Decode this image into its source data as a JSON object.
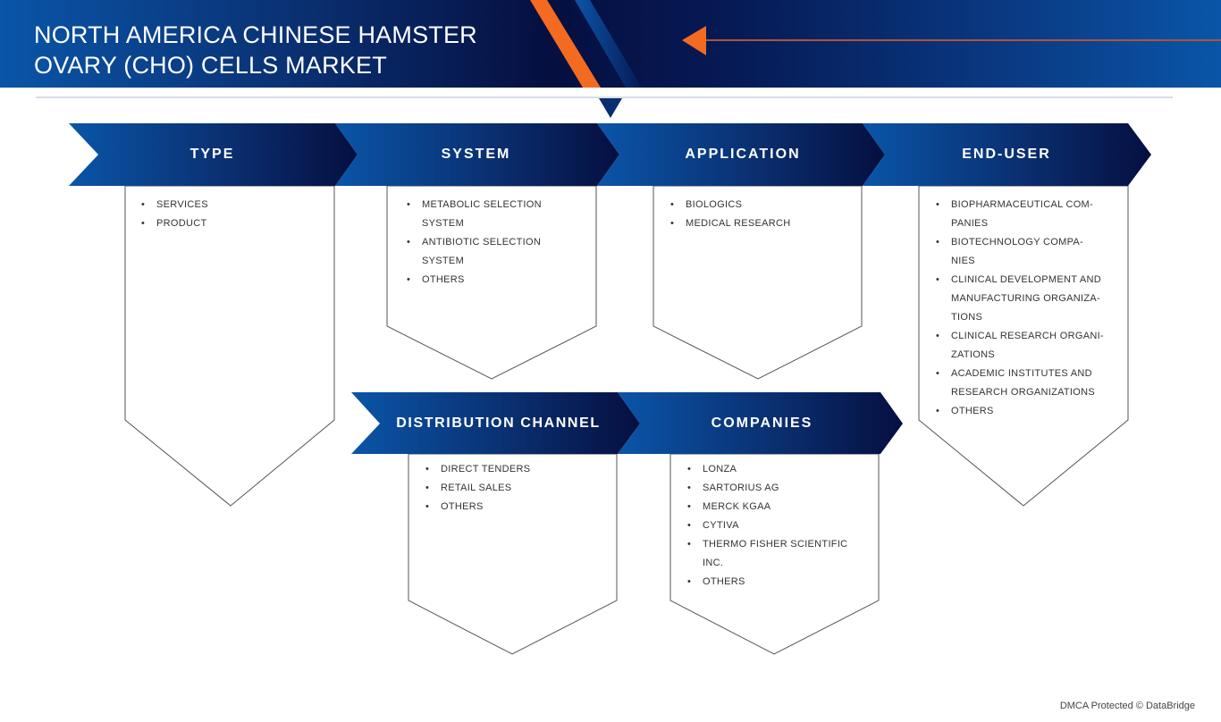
{
  "title_line1": "NORTH AMERICA CHINESE HAMSTER",
  "title_line2": "OVARY (CHO) CELLS MARKET",
  "colors": {
    "accent": "#f26b21",
    "navy": "#050f40",
    "blue": "#0a55a8"
  },
  "segments": {
    "type": {
      "label": "TYPE",
      "items": [
        "SERVICES",
        "PRODUCT"
      ]
    },
    "system": {
      "label": "SYSTEM",
      "items": [
        "METABOLIC SELECTION",
        "SYSTEM",
        "ANTIBIOTIC SELECTION",
        "SYSTEM",
        "OTHERS"
      ],
      "bullets": [
        true,
        false,
        true,
        false,
        true
      ]
    },
    "application": {
      "label": "APPLICATION",
      "items": [
        "BIOLOGICS",
        "MEDICAL RESEARCH"
      ]
    },
    "end_user": {
      "label": "END-USER",
      "items": [
        "BIOPHARMACEUTICAL COM-",
        "PANIES",
        "BIOTECHNOLOGY COMPA-",
        "NIES",
        "CLINICAL DEVELOPMENT AND",
        "MANUFACTURING ORGANIZA-",
        "TIONS",
        "CLINICAL RESEARCH ORGANI-",
        "ZATIONS",
        "ACADEMIC INSTITUTES AND",
        "RESEARCH ORGANIZATIONS",
        "OTHERS"
      ],
      "bullets": [
        true,
        false,
        true,
        false,
        true,
        false,
        false,
        true,
        false,
        true,
        false,
        true
      ]
    },
    "distribution_channel": {
      "label": "DISTRIBUTION CHANNEL",
      "items": [
        "DIRECT TENDERS",
        "RETAIL SALES",
        "OTHERS"
      ]
    },
    "companies": {
      "label": "COMPANIES",
      "items": [
        "LONZA",
        "SARTORIUS AG",
        "MERCK KGAA",
        "CYTIVA",
        "THERMO FISHER SCIENTIFIC",
        "INC.",
        "OTHERS"
      ],
      "bullets": [
        true,
        true,
        true,
        true,
        true,
        false,
        true
      ]
    }
  },
  "bullet_char": "•",
  "footer": "DMCA Protected © DataBridge"
}
